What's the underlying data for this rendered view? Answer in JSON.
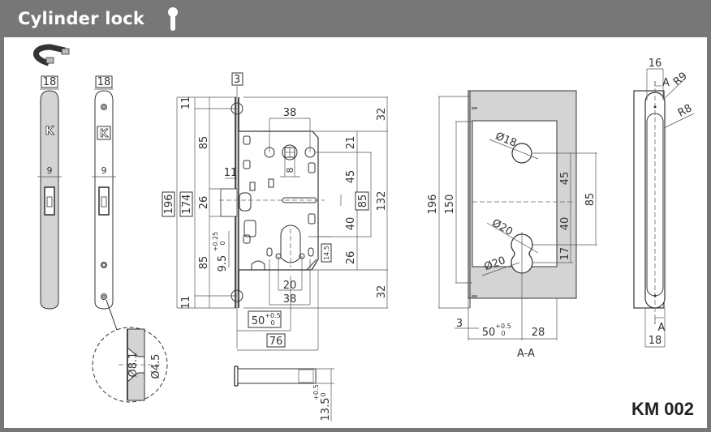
{
  "header": {
    "title": "Cylinder lock",
    "icon": "keyhole-icon"
  },
  "model_code": "KM 002",
  "colors": {
    "header_bg": "#777777",
    "panel_bg": "#ffffff",
    "shade": "#d4d4d4",
    "line": "#333333"
  },
  "views": {
    "faceplate_front": {
      "width_label": "18",
      "latch_width": "9",
      "logo": "K"
    },
    "faceplate_back": {
      "width_label": "18",
      "latch_width": "9",
      "logo": "K"
    },
    "screw_detail": {
      "outer_diameter": "Ø8.1",
      "inner_diameter": "Ø4.5"
    },
    "main_body": {
      "faceplate_thickness": "3",
      "total_height": "196",
      "case_height": "174",
      "top_margin": "11",
      "upper_85": "85",
      "latch_height": "26",
      "lower_85": "85",
      "bottom_margin": "11",
      "latch_projection": "11",
      "cylinder_offset": "9.5",
      "cylinder_offset_tol_upper": "+0.25",
      "cylinder_offset_tol_lower": "0",
      "spindle_spacing_top": "38",
      "spindle_square": "8",
      "cylinder_width": "20",
      "bottom_spacing": "38",
      "backset": "50",
      "backset_tol_upper": "+0.5",
      "backset_tol_lower": "0",
      "case_depth": "76",
      "right_top_32": "32",
      "right_21": "21",
      "right_45": "45",
      "right_40": "40",
      "right_26": "26",
      "right_bottom_32": "32",
      "center_distance": "85",
      "case_132": "132",
      "cylinder_14_5": "14.5"
    },
    "bolt_view": {
      "bolt_height": "13.5",
      "bolt_tol_upper": "+0.5",
      "bolt_tol_lower": "0"
    },
    "section_aa": {
      "total_height": "196",
      "inner_height": "150",
      "hole_top": "Ø18",
      "hole_cyl_upper": "Ø20",
      "hole_cyl_lower": "Ø20",
      "dim_45": "45",
      "dim_40": "40",
      "dim_17": "17",
      "dim_85": "85",
      "plate_3": "3",
      "backset": "50",
      "backset_tol_upper": "+0.5",
      "backset_tol_lower": "0",
      "dim_28": "28",
      "label": "A-A"
    },
    "side_view": {
      "top_width": "16",
      "radius_outer": "R9",
      "radius_inner": "R8",
      "section_mark_top": "A",
      "section_mark_bottom": "A",
      "bottom_width": "18"
    }
  }
}
